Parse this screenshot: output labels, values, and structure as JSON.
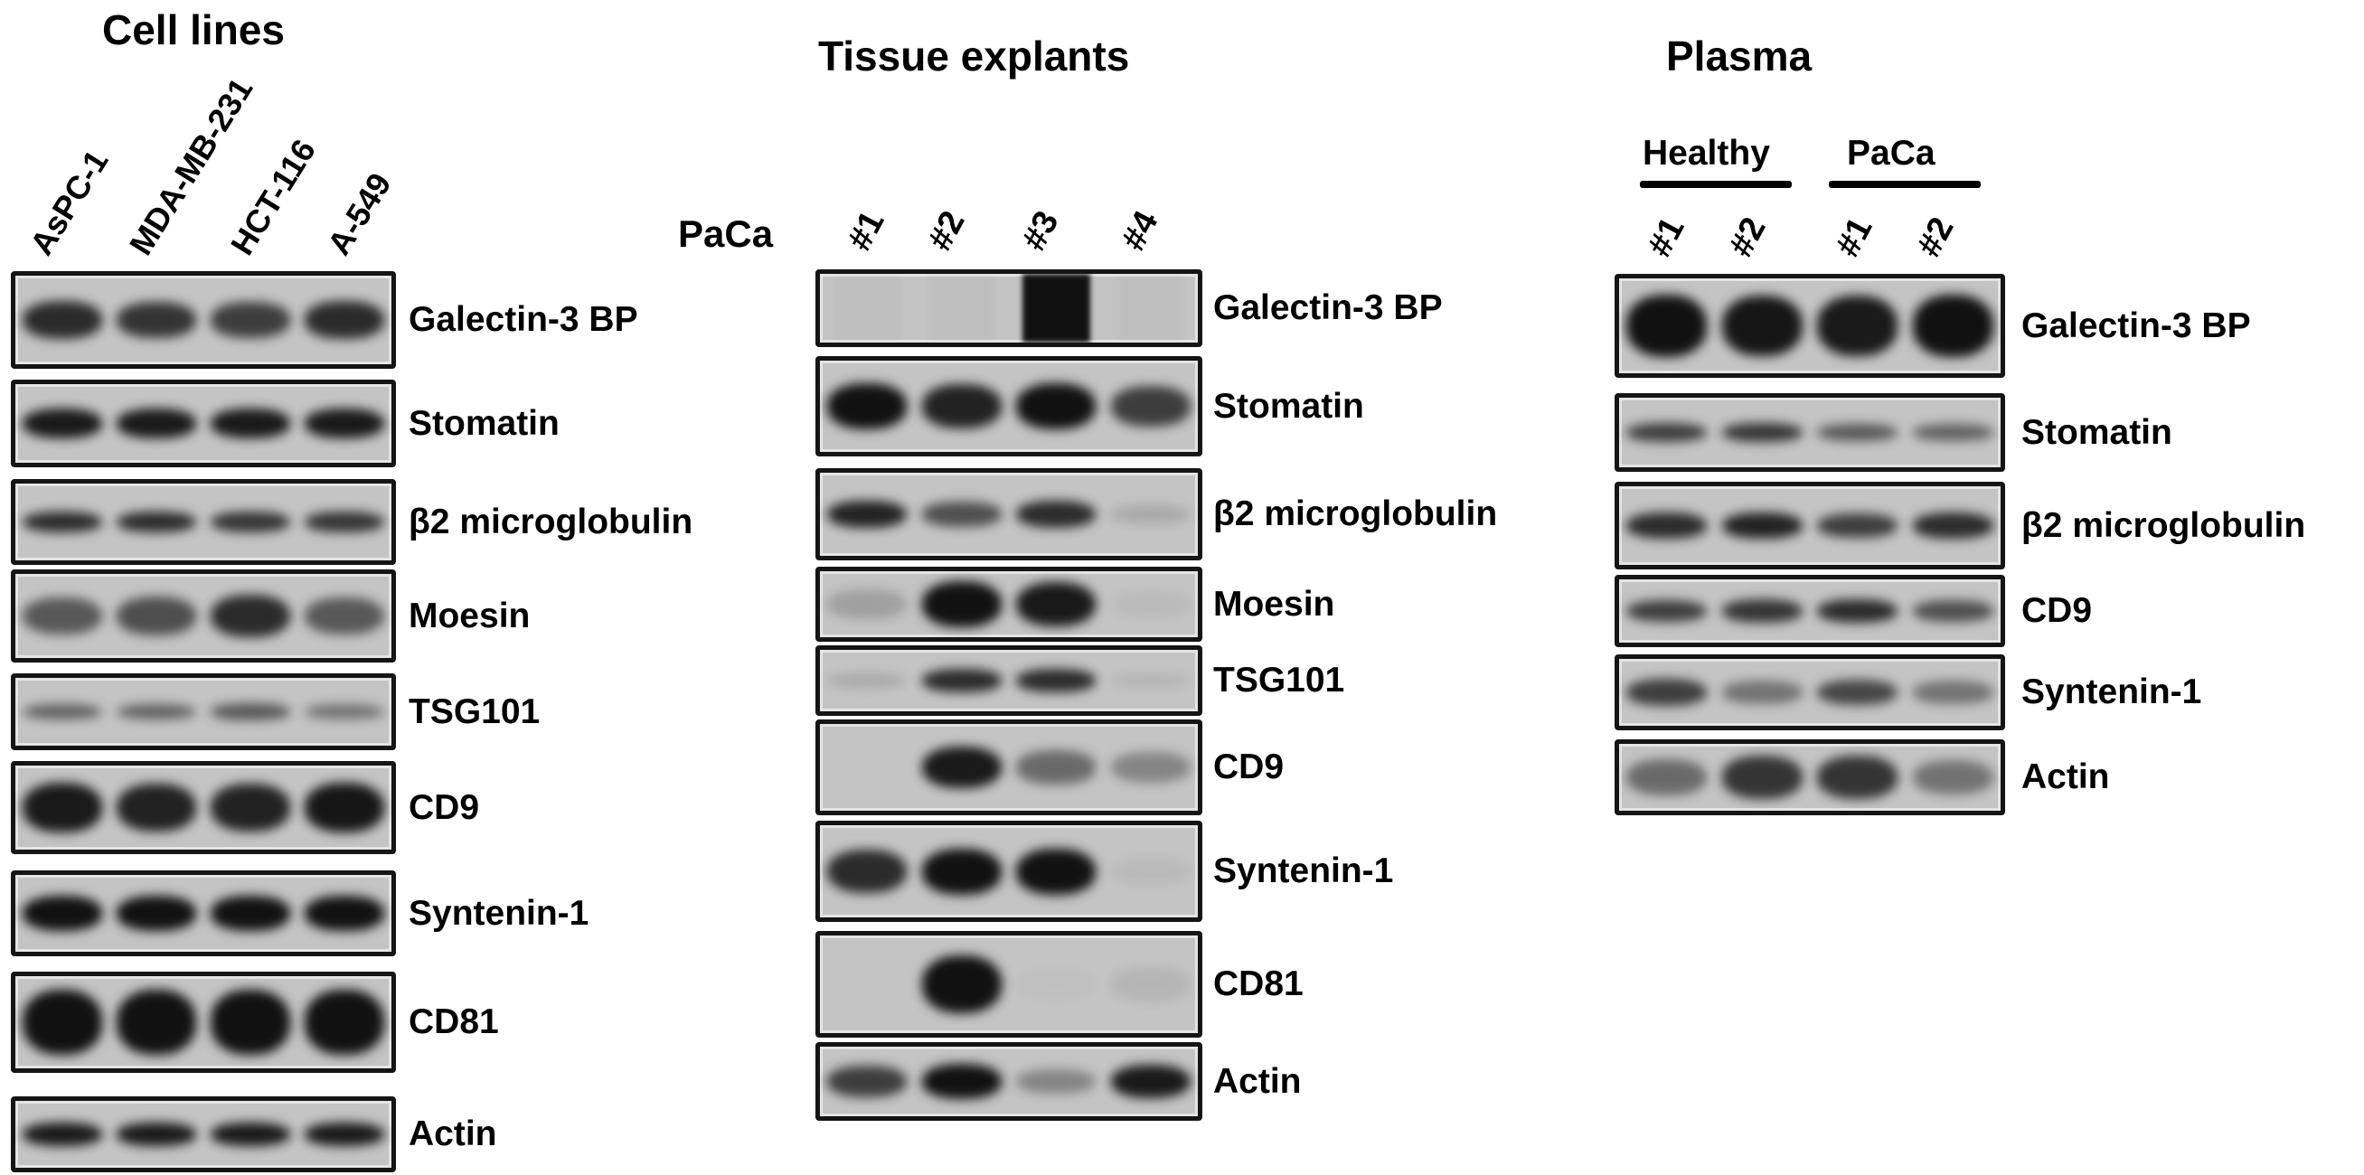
{
  "figure": {
    "panels": [
      {
        "id": "cell-lines",
        "title": "Cell lines",
        "lanes": [
          "AsPC-1",
          "MDA-MB-231",
          "HCT-116",
          "A-549"
        ],
        "rows": [
          {
            "label": "Galectin-3 BP",
            "bands": [
              0.85,
              0.8,
              0.75,
              0.85
            ]
          },
          {
            "label": "Stomatin",
            "bands": [
              0.95,
              0.95,
              0.95,
              0.95
            ]
          },
          {
            "label": "β2 microglobulin",
            "bands": [
              0.85,
              0.85,
              0.8,
              0.8
            ]
          },
          {
            "label": "Moesin",
            "bands": [
              0.6,
              0.65,
              0.85,
              0.6
            ]
          },
          {
            "label": "TSG101",
            "bands": [
              0.55,
              0.55,
              0.6,
              0.45
            ]
          },
          {
            "label": "CD9",
            "bands": [
              0.95,
              0.9,
              0.9,
              0.97
            ]
          },
          {
            "label": "Syntenin-1",
            "bands": [
              1.0,
              1.0,
              1.0,
              1.0
            ]
          },
          {
            "label": "CD81",
            "bands": [
              1.0,
              1.0,
              1.0,
              1.0
            ]
          },
          {
            "label": "Actin",
            "bands": [
              0.95,
              0.95,
              0.95,
              0.95
            ]
          }
        ]
      },
      {
        "id": "tissue-explants",
        "title": "Tissue explants",
        "group_label": "PaCa",
        "lanes": [
          "#1",
          "#2",
          "#3",
          "#4"
        ],
        "rows": [
          {
            "label": "Galectin-3 BP",
            "bands": [
              0.02,
              0.02,
              1.0,
              0.02
            ]
          },
          {
            "label": "Stomatin",
            "bands": [
              1.0,
              0.9,
              1.0,
              0.75
            ]
          },
          {
            "label": "β2 microglobulin",
            "bands": [
              0.9,
              0.65,
              0.85,
              0.15
            ]
          },
          {
            "label": "Moesin",
            "bands": [
              0.2,
              1.0,
              0.95,
              0.05
            ]
          },
          {
            "label": "TSG101",
            "bands": [
              0.15,
              0.85,
              0.85,
              0.08
            ]
          },
          {
            "label": "CD9",
            "bands": [
              0.0,
              0.95,
              0.5,
              0.35
            ]
          },
          {
            "label": "Syntenin-1",
            "bands": [
              0.85,
              1.0,
              1.0,
              0.05
            ]
          },
          {
            "label": "CD81",
            "bands": [
              0.0,
              1.0,
              0.02,
              0.08
            ]
          },
          {
            "label": "Actin",
            "bands": [
              0.75,
              1.0,
              0.35,
              0.95
            ]
          }
        ]
      },
      {
        "id": "plasma",
        "title": "Plasma",
        "groups": [
          {
            "label": "Healthy",
            "lanes": [
              "#1",
              "#2"
            ]
          },
          {
            "label": "PaCa",
            "lanes": [
              "#1",
              "#2"
            ]
          }
        ],
        "lanes": [
          "#1",
          "#2",
          "#1",
          "#2"
        ],
        "rows": [
          {
            "label": "Galectin-3 BP",
            "bands": [
              1.0,
              0.97,
              0.95,
              1.0
            ]
          },
          {
            "label": "Stomatin",
            "bands": [
              0.75,
              0.8,
              0.6,
              0.55
            ]
          },
          {
            "label": "β2 microglobulin",
            "bands": [
              0.85,
              0.9,
              0.75,
              0.85
            ]
          },
          {
            "label": "CD9",
            "bands": [
              0.75,
              0.8,
              0.85,
              0.65
            ]
          },
          {
            "label": "Syntenin-1",
            "bands": [
              0.75,
              0.45,
              0.7,
              0.45
            ]
          },
          {
            "label": "Actin",
            "bands": [
              0.5,
              0.8,
              0.8,
              0.45
            ]
          }
        ]
      }
    ]
  },
  "colors": {
    "background": "#ffffff",
    "blot_background": "#c4c4c4",
    "band": "#111111",
    "text": "#000000"
  }
}
